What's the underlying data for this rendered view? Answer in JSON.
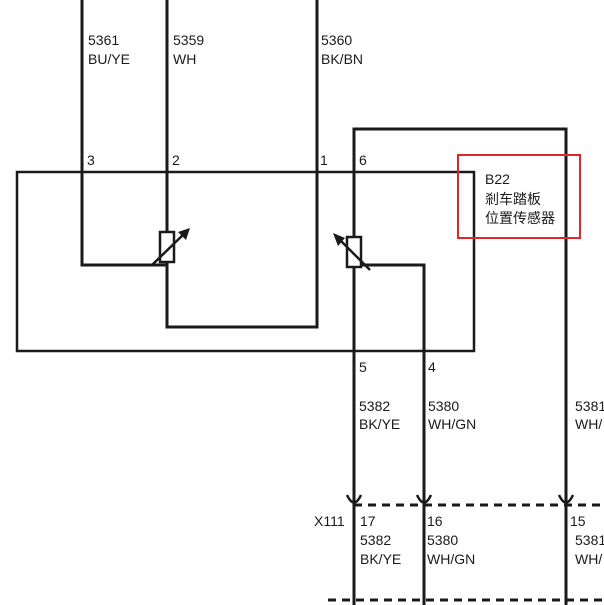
{
  "component": {
    "ref": "B22",
    "name_line1": "剎车踏板",
    "name_line2": "位置传感器"
  },
  "connector": {
    "ref": "X111"
  },
  "top_wires": [
    {
      "pin": "3",
      "circuit": "5361",
      "color": "BU/YE"
    },
    {
      "pin": "2",
      "circuit": "5359",
      "color": "WH"
    },
    {
      "pin": "1",
      "circuit": "5360",
      "color": "BK/BN"
    }
  ],
  "sensor_pin_right": {
    "pin": "6"
  },
  "bottom_wires": [
    {
      "pin": "5",
      "circuit": "5382",
      "color": "BK/YE",
      "conn_pin": "17"
    },
    {
      "pin": "4",
      "circuit": "5380",
      "color": "WH/GN",
      "conn_pin": "16"
    },
    {
      "pin": "",
      "circuit": "5381",
      "color": "WH/",
      "conn_pin": "15"
    }
  ],
  "highlight_color": "#e0262b"
}
